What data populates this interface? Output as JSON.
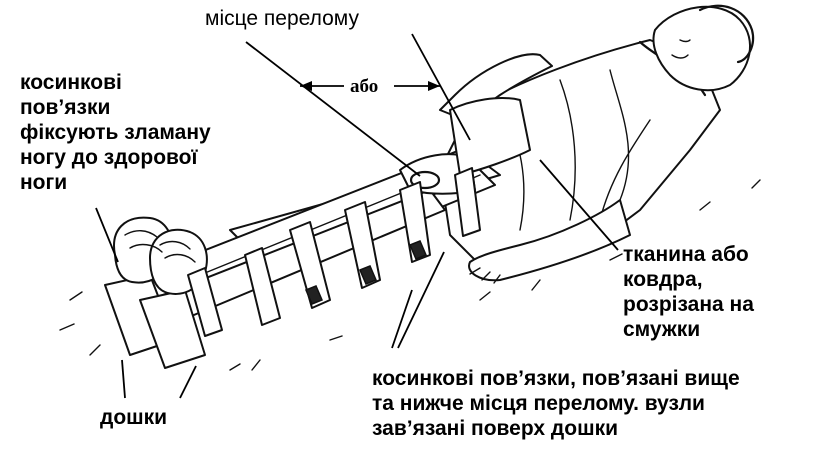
{
  "labels": {
    "fracture_site": "місце перелому",
    "or": "або",
    "cravats_fix_legs": [
      "косинкові",
      "пов’язки",
      "фіксують зламану",
      "ногу до здорової",
      "ноги"
    ],
    "cloth": [
      "тканина або",
      "ковдра,",
      "розрізана на",
      "смужки"
    ],
    "cravats_tied": [
      "косинкові пов’язки, пов’язані вище",
      "та нижче місця перелому. вузли",
      "зав’язані поверх дошки"
    ],
    "boards": "дошки"
  },
  "colors": {
    "ink": "#111111",
    "background": "#ffffff"
  }
}
